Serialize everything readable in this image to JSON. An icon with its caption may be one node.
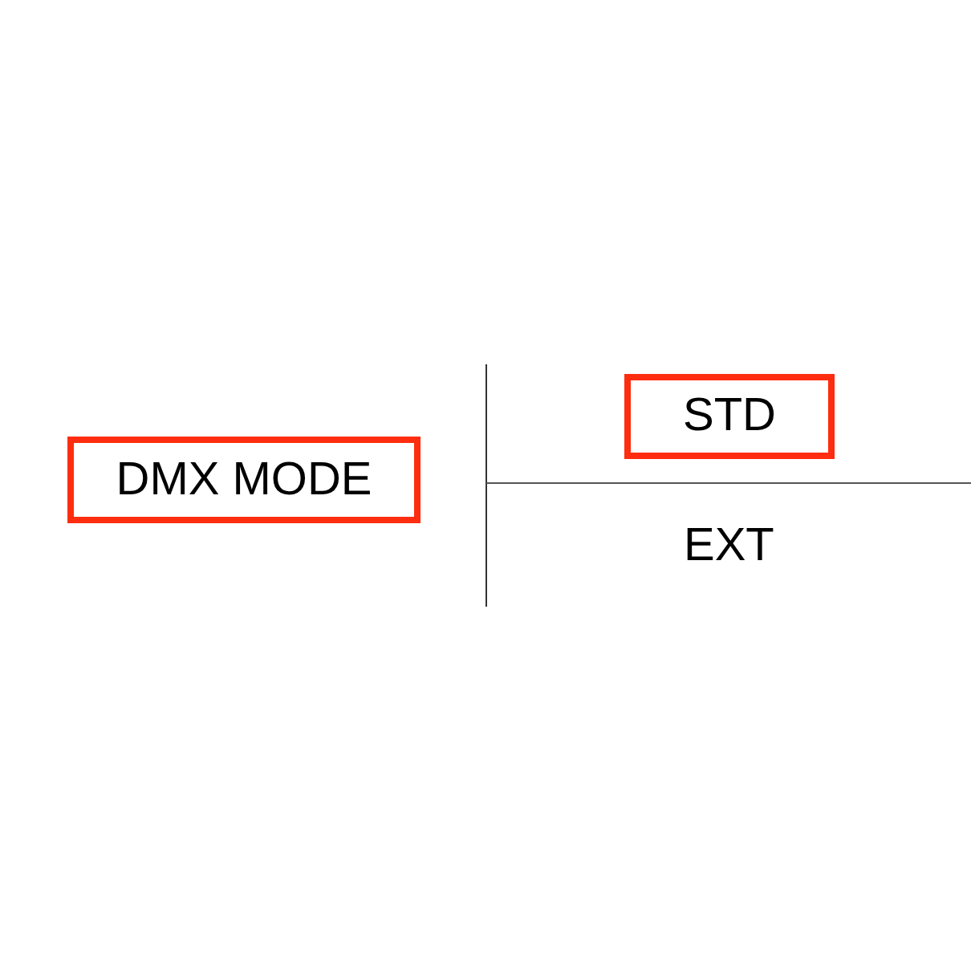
{
  "diagram": {
    "nodes": [
      {
        "text": [
          "DMX MODE"
        ]
      },
      {
        "text": [
          "STD"
        ]
      }
    ],
    "labels": [
      "EXT"
    ]
  }
}
